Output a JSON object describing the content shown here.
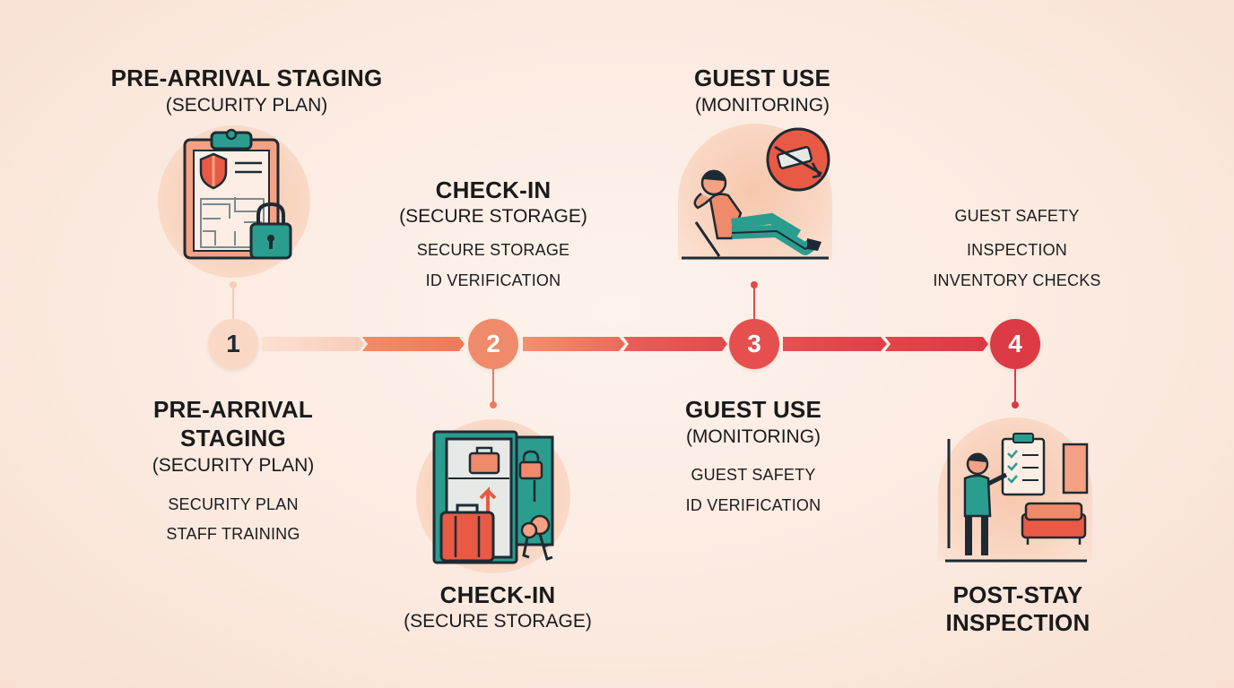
{
  "colors": {
    "teal": "#2a9d8f",
    "coral": "#ee7a5a",
    "red": "#e2414b",
    "dark": "#1e2a33",
    "peach": "#f8d0bb"
  },
  "steps": [
    {
      "number": "1",
      "top_title": "PRE-ARRIVAL STAGING",
      "top_sub": "(SECURITY PLAN)",
      "bottom_title_1": "PRE-ARRIVAL",
      "bottom_title_2": "STAGING",
      "bottom_sub": "(SECURITY PLAN)",
      "items": [
        "SECURITY PLAN",
        "STAFF TRAINING"
      ],
      "icon": "clipboard-floorplan-lock-icon"
    },
    {
      "number": "2",
      "top_title": "CHECK-IN",
      "top_sub": "(SECURE STORAGE)",
      "items": [
        "SECURE STORAGE",
        "ID VERIFICATION"
      ],
      "bottom_title": "CHECK-IN",
      "bottom_sub": "(SECURE STORAGE)",
      "icon": "locker-luggage-keys-icon"
    },
    {
      "number": "3",
      "top_title": "GUEST USE",
      "top_sub": "(MONITORING)",
      "bottom_title": "GUEST USE",
      "bottom_sub": "(MONITORING)",
      "items": [
        "GUEST SAFETY",
        "ID VERIFICATION"
      ],
      "icon": "guest-relaxing-camera-icon"
    },
    {
      "number": "4",
      "top_items": [
        "GUEST SAFETY",
        "INSPECTION",
        "INVENTORY CHECKS"
      ],
      "bottom_title_1": "POST-STAY",
      "bottom_title_2": "INSPECTION",
      "icon": "inspector-checklist-icon"
    }
  ]
}
